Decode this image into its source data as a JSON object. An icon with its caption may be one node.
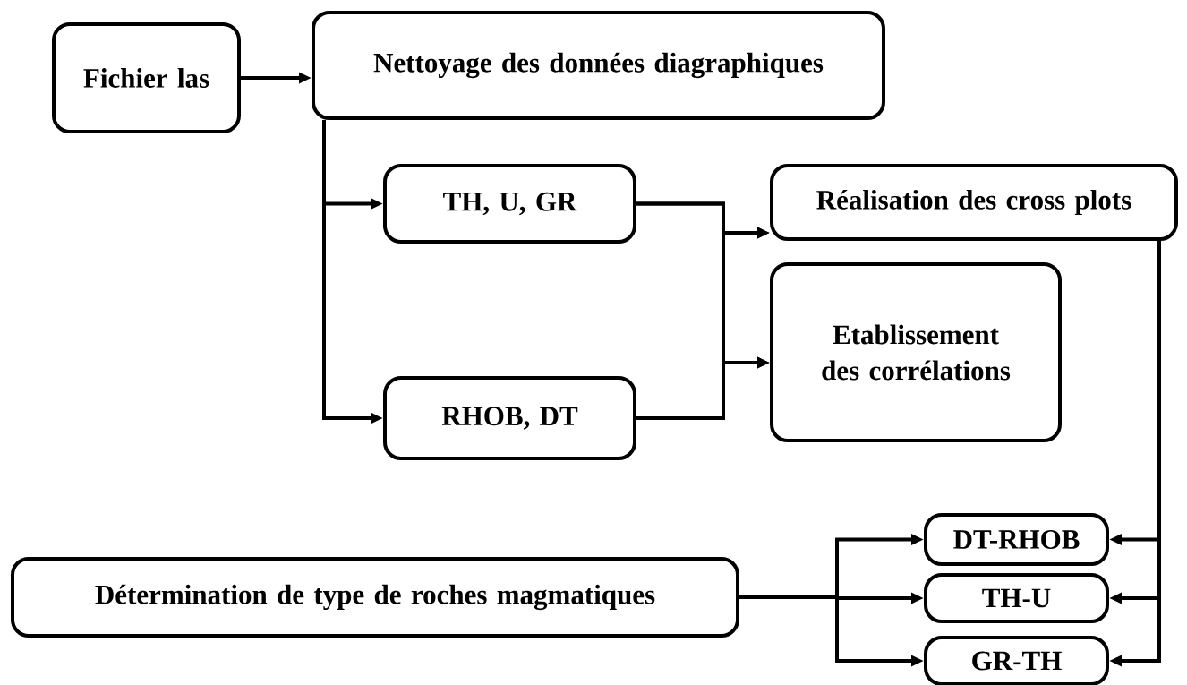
{
  "diagram": {
    "nodes": [
      {
        "text": [
          "Fichier las"
        ]
      },
      {
        "text": [
          "Nettoyage des données diagraphiques"
        ]
      },
      {
        "text": [
          "TH, U, GR"
        ]
      },
      {
        "text": [
          "RHOB, DT"
        ]
      },
      {
        "text": [
          "Réalisation des cross plots"
        ]
      },
      {
        "text": [
          "Etablissement des corrélations"
        ]
      },
      {
        "text": [
          "DT-RHOB"
        ]
      },
      {
        "text": [
          "TH-U"
        ]
      },
      {
        "text": [
          "GR-TH"
        ]
      },
      {
        "text": [
          "Détermination de type de roches magmatiques"
        ]
      }
    ],
    "edges": [
      {
        "from": 0,
        "to": 1,
        "arrow": "to"
      },
      {
        "from": 1,
        "to": 2,
        "arrow": "to"
      },
      {
        "from": 1,
        "to": 3,
        "arrow": "to"
      },
      {
        "from": 2,
        "to": 4,
        "arrow": "to"
      },
      {
        "from": 2,
        "to": 5,
        "arrow": "to"
      },
      {
        "from": 3,
        "to": 4,
        "arrow": "to"
      },
      {
        "from": 3,
        "to": 5,
        "arrow": "to"
      },
      {
        "from": 4,
        "to": 6,
        "arrow": "to"
      },
      {
        "from": 4,
        "to": 7,
        "arrow": "to"
      },
      {
        "from": 4,
        "to": 8,
        "arrow": "to"
      },
      {
        "from": 9,
        "to": 6,
        "arrow": "to"
      },
      {
        "from": 9,
        "to": 7,
        "arrow": "to"
      },
      {
        "from": 9,
        "to": 8,
        "arrow": "to"
      }
    ]
  }
}
